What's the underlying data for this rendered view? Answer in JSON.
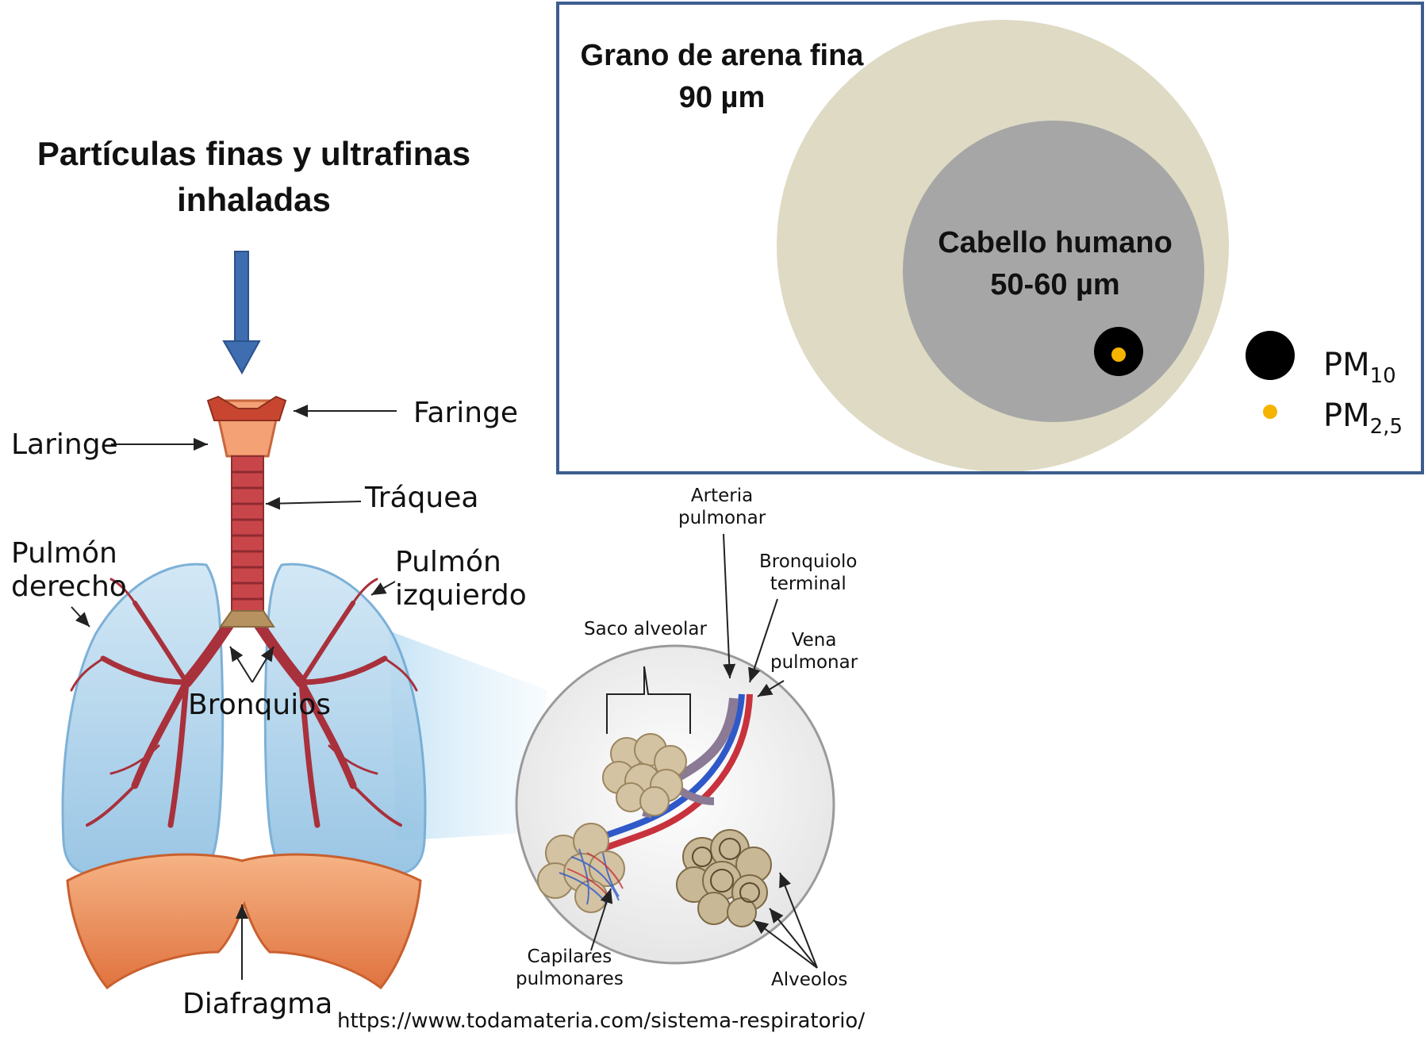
{
  "title": "Partículas finas y ultrafinas inhaladas",
  "labels": {
    "faringe": "Faringe",
    "laringe": "Laringe",
    "traquea": "Tráquea",
    "pulmon_derecho": [
      "Pulmón",
      "derecho"
    ],
    "pulmon_izquierdo": [
      "Pulmón",
      "izquierdo"
    ],
    "bronquios": "Bronquios",
    "diafragma": "Diafragma"
  },
  "detail_labels": {
    "arteria": [
      "Arteria",
      "pulmonar"
    ],
    "bronquiolo": [
      "Bronquiolo",
      "terminal"
    ],
    "vena": [
      "Vena",
      "pulmonar"
    ],
    "saco": "Saco alveolar",
    "capilares": [
      "Capilares",
      "pulmonares"
    ],
    "alveolos": "Alveolos"
  },
  "size_comparison": {
    "sand": {
      "name": "Grano de arena fina",
      "size": "90 µm"
    },
    "hair": {
      "name": "Cabello humano",
      "size": "50-60 µm"
    },
    "legend": [
      {
        "label": "PM",
        "sub": "10",
        "color": "#000000"
      },
      {
        "label": "PM",
        "sub": "2,5",
        "color": "#f5b400"
      }
    ]
  },
  "source": "https://www.todamateria.com/sistema-respiratorio/",
  "colors": {
    "box_border": "#3d5d8f",
    "sand": "#dedac4",
    "hair": "#a6a6a6",
    "arrow": "#3e6db0"
  }
}
